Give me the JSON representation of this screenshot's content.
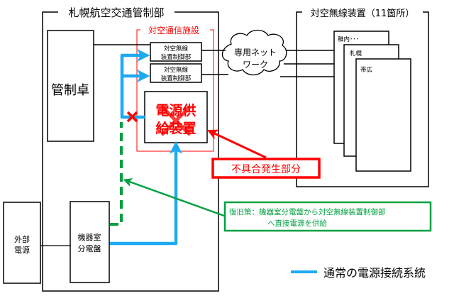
{
  "sapporo_atc": {
    "title": "札幌航空交通管制部"
  },
  "control_console": {
    "label": "管制卓"
  },
  "comm_facility": {
    "title": "対空通信施設"
  },
  "radio_controllers": [
    {
      "line1": "対空無線",
      "line2": "装置制御部"
    },
    {
      "line1": "対空無線",
      "line2": "装置制御部"
    }
  ],
  "power_supply": {
    "line1": "電源供",
    "line2": "給装置",
    "status": "failed"
  },
  "network": {
    "line1": "専用ネット",
    "line2": "ワーク"
  },
  "radio_stations": {
    "title": "対空無線装置（11箇所）",
    "sites": [
      "稚内･･･",
      "札幌",
      "帯広"
    ]
  },
  "external_power": {
    "line1": "外部",
    "line2": "電源"
  },
  "distribution_board": {
    "line1": "機器室",
    "line2": "分電盤"
  },
  "fault_callout": {
    "label": "不具合発生部分"
  },
  "recovery_callout": {
    "line1": "復旧策：機器室分電盤から対空無線装置制御部",
    "line2": "へ直接電源を供給"
  },
  "legend": {
    "label": "通常の電源接続系統"
  },
  "colors": {
    "normal_power": "#1eaaf1",
    "fault": "#ff0000",
    "recovery": "#00a040",
    "line": "#000000"
  }
}
